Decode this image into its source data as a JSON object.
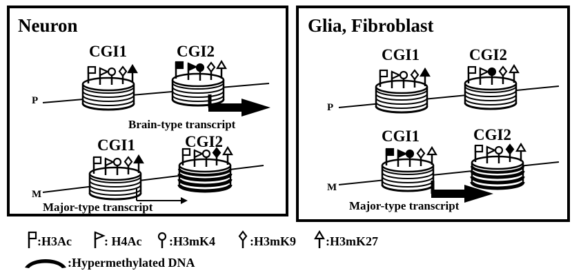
{
  "panels": {
    "neuron": {
      "title": "Neuron",
      "cgi1_p": "CGI1",
      "cgi2_p": "CGI2",
      "cgi1_m": "CGI1",
      "cgi2_m": "CGI2",
      "strand_p": "P",
      "strand_m": "M",
      "transcript_p": "Brain-type transcript",
      "transcript_m": "Major-type transcript"
    },
    "glia": {
      "title": "Glia, Fibroblast",
      "cgi1_p": "CGI1",
      "cgi2_p": "CGI2",
      "cgi1_m": "CGI1",
      "cgi2_m": "CGI2",
      "strand_p": "P",
      "strand_m": "M",
      "transcript_m": "Major-type transcript"
    }
  },
  "legend": {
    "h3ac": ":H3Ac",
    "h4ac": ": H4Ac",
    "h3mk4": ":H3mK4",
    "h3mk9": ":H3mK9",
    "h3mk27": ":H3mK27",
    "hypermethylated": ":Hypermethylated DNA"
  },
  "icons": {
    "h3ac": "square-flag-icon",
    "h4ac": "triangle-flag-icon",
    "h3mk4": "lollipop-icon",
    "h3mk9": "diamond-flag-icon",
    "h3mk27": "arrow-flag-icon",
    "dna": "hypermethylated-dna-icon"
  }
}
